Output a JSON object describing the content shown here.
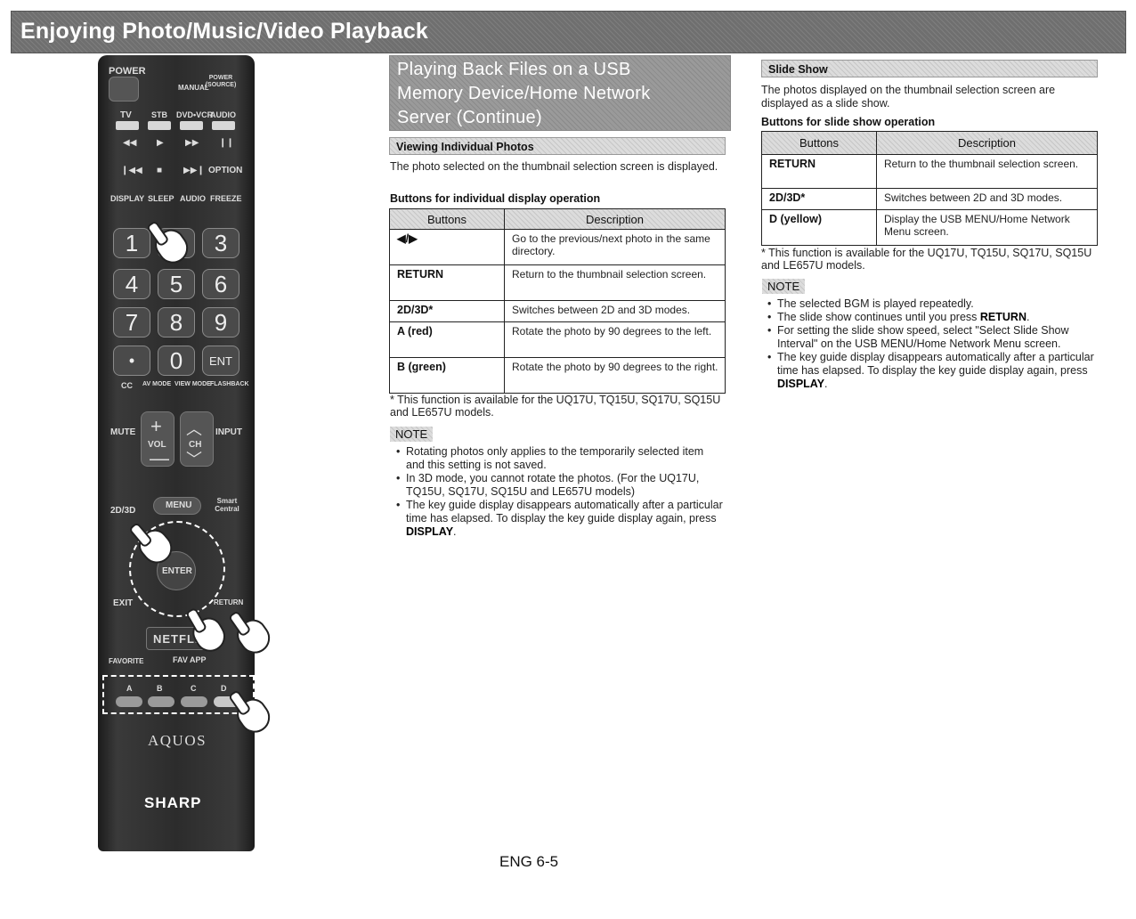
{
  "banner": {
    "title": "Enjoying Photo/Music/Video Playback"
  },
  "remote": {
    "labels": {
      "power": "POWER",
      "manual": "MANUAL",
      "power_source": "POWER (SOURCE)",
      "tv": "TV",
      "stb": "STB",
      "dvdvcr": "DVD•VCR",
      "audio": "AUDIO",
      "option": "OPTION",
      "display": "DISPLAY",
      "sleep": "SLEEP",
      "audio2": "AUDIO",
      "freeze": "FREEZE",
      "cc": "CC",
      "avmode": "AV MODE",
      "viewmode": "VIEW MODE",
      "flashback": "FLASHBACK",
      "mute": "MUTE",
      "vol": "VOL",
      "ch": "CH",
      "input": "INPUT",
      "two_d_three_d": "2D/3D",
      "menu": "MENU",
      "smart_central": "Smart Central",
      "enter": "ENTER",
      "exit": "EXIT",
      "return": "RETURN",
      "netflix": "NETFLI",
      "favorite": "FAVORITE",
      "fav_app": "FAV APP",
      "a": "A",
      "b": "B",
      "c": "C",
      "d": "D",
      "brand_model": "AQUOS",
      "brand": "SHARP"
    },
    "digits": [
      "1",
      "2",
      "3",
      "4",
      "5",
      "6",
      "7",
      "8",
      "9",
      "•",
      "0",
      "ENT"
    ]
  },
  "individual": {
    "section_title_lines": [
      "Playing Back Files on a USB",
      "Memory Device/Home Network",
      "Server (Continue)"
    ],
    "subhead": "Viewing Individual Photos",
    "intro": "The photo selected on the thumbnail selection screen is displayed.",
    "table_caption": "Buttons for individual display operation",
    "col_buttons": "Buttons",
    "col_description": "Description",
    "rows": [
      {
        "button": "◀/▶",
        "desc": "Go to the previous/next photo in the same directory."
      },
      {
        "button": "RETURN",
        "desc": "Return to the thumbnail selection screen."
      },
      {
        "button": "2D/3D*",
        "desc": "Switches between 2D and 3D modes."
      },
      {
        "button": "A (red)",
        "desc": "Rotate the photo by 90 degrees to the left."
      },
      {
        "button": "B (green)",
        "desc": "Rotate the photo by 90 degrees to the right."
      }
    ],
    "footnote": "* This function is available for the UQ17U, TQ15U, SQ17U, SQ15U and LE657U models.",
    "note_label": "NOTE",
    "notes": [
      "Rotating photos only applies to the temporarily selected item and this setting is not saved.",
      "In 3D mode, you cannot rotate the photos. (For the UQ17U, TQ15U, SQ17U, SQ15U and LE657U models)"
    ],
    "note3_pre": "The key guide display disappears automatically after a particular time has elapsed. To display the key guide display again, press ",
    "note3_key": "DISPLAY",
    "note3_post": "."
  },
  "slideshow": {
    "subhead": "Slide Show",
    "intro": "The photos displayed on the thumbnail selection screen are displayed as a slide show.",
    "table_caption": "Buttons for slide show operation",
    "col_buttons": "Buttons",
    "col_description": "Description",
    "rows": [
      {
        "button": "RETURN",
        "desc": "Return to the thumbnail selection screen."
      },
      {
        "button": "2D/3D*",
        "desc": "Switches between 2D and 3D modes."
      },
      {
        "button": "D (yellow)",
        "desc": "Display the USB MENU/Home Network Menu screen."
      }
    ],
    "footnote": "* This function is available for the UQ17U, TQ15U, SQ17U, SQ15U and LE657U models.",
    "note_label": "NOTE",
    "note1": "The selected BGM is played repeatedly.",
    "note2_pre": "The slide show continues until you press ",
    "note2_key": "RETURN",
    "note2_post": ".",
    "note3": "For setting the slide show speed, select \"Select Slide Show Interval\" on the USB MENU/Home Network Menu screen.",
    "note4_pre": "The key guide display disappears automatically after a particular time has elapsed. To display the key guide display again, press ",
    "note4_key": "DISPLAY",
    "note4_post": "."
  },
  "page_number": "ENG 6-5"
}
